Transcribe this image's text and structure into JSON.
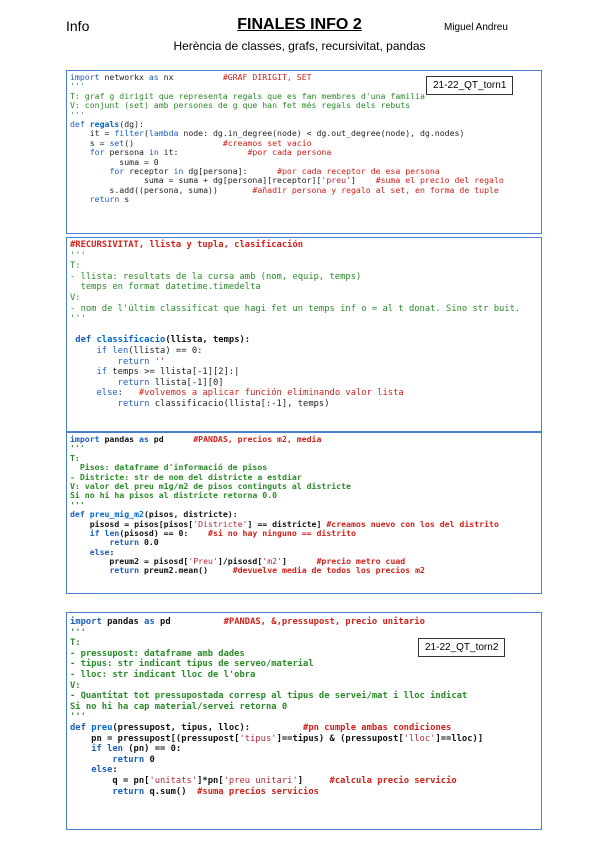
{
  "header": {
    "left": "Info",
    "title": "FINALES INFO 2",
    "author": "Miguel Andreu",
    "subtitle": "Herència de classes, grafs, recursivitat, pandas"
  },
  "tags": {
    "torn1": "21-22_QT_torn1",
    "torn2": "21-22_QT_torn2"
  },
  "block1": [
    [
      [
        "kw2",
        "import"
      ],
      [
        "nm",
        " networkx "
      ],
      [
        "kw2",
        "as"
      ],
      [
        "nm",
        " nx          "
      ],
      [
        "cm",
        "#GRAF DIRIGIT, SET"
      ]
    ],
    [
      [
        "doc",
        "'''"
      ]
    ],
    [
      [
        "doc",
        "T: graf g dirigit que representa regals que es fan membres d'una familia"
      ]
    ],
    [
      [
        "doc",
        "V: conjunt (set) amb persones de g que han fet més regals dels rebuts"
      ]
    ],
    [
      [
        "doc",
        "'''"
      ]
    ],
    [
      [
        "kw2",
        "def"
      ],
      [
        "nm",
        " "
      ],
      [
        "fn",
        "regals"
      ],
      [
        "nm",
        "(dg):"
      ]
    ],
    [
      [
        "nm",
        "    it = "
      ],
      [
        "kw2",
        "filter"
      ],
      [
        "nm",
        "("
      ],
      [
        "kw2",
        "lambda"
      ],
      [
        "nm",
        " node: dg.in_degree(node) < dg.out_degree(node), dg.nodes)"
      ]
    ],
    [
      [
        "nm",
        "    s = "
      ],
      [
        "kw2",
        "set"
      ],
      [
        "nm",
        "()                  "
      ],
      [
        "cm",
        "#creamos set vacío"
      ]
    ],
    [
      [
        "nm",
        "    "
      ],
      [
        "kw2",
        "for"
      ],
      [
        "nm",
        " persona "
      ],
      [
        "kw2",
        "in"
      ],
      [
        "nm",
        " it:              "
      ],
      [
        "cm",
        "#por cada persona"
      ]
    ],
    [
      [
        "nm",
        "          suma = 0"
      ]
    ],
    [
      [
        "nm",
        "        "
      ],
      [
        "kw2",
        "for"
      ],
      [
        "nm",
        " receptor "
      ],
      [
        "kw2",
        "in"
      ],
      [
        "nm",
        " dg[persona]:      "
      ],
      [
        "cm",
        "#por cada receptor de esa persona"
      ]
    ],
    [
      [
        "nm",
        "               suma = suma + dg[persona][receptor]["
      ],
      [
        "str",
        "'preu'"
      ],
      [
        "nm",
        "]    "
      ],
      [
        "cm",
        "#suma el precio del regalo"
      ]
    ],
    [
      [
        "nm",
        "        s.add((persona, suma))       "
      ],
      [
        "cm",
        "#añadir persona y regalo al set, en forma de tuple"
      ]
    ],
    [
      [
        "nm",
        "    "
      ],
      [
        "kw2",
        "return"
      ],
      [
        "nm",
        " s"
      ]
    ]
  ],
  "block2": [
    [
      [
        "cmb",
        "#RECURSIVITAT, llista y tupla, clasificación"
      ]
    ],
    [
      [
        "doc",
        "'''"
      ]
    ],
    [
      [
        "doc",
        "T:"
      ]
    ],
    [
      [
        "doc",
        "- llista: resultats de la cursa amb (nom, equip, temps)"
      ]
    ],
    [
      [
        "doc",
        "  temps en format datetime.timedelta"
      ]
    ],
    [
      [
        "doc",
        "V:"
      ]
    ],
    [
      [
        "doc",
        "- nom de l'últim classificat que hagi fet un temps inf o = al t donat. Sino str buit."
      ]
    ],
    [
      [
        "doc",
        "'''"
      ]
    ],
    [
      [
        "nm",
        " "
      ]
    ],
    [
      [
        "kw",
        " def"
      ],
      [
        "nm",
        " "
      ],
      [
        "fn",
        "classificacio"
      ],
      [
        "nmb",
        "(llista, temps):"
      ]
    ],
    [
      [
        "nm",
        "     "
      ],
      [
        "kw2",
        "if"
      ],
      [
        "nm",
        " "
      ],
      [
        "kw2",
        "len"
      ],
      [
        "nm",
        "(llista) == 0:"
      ]
    ],
    [
      [
        "nm",
        "         "
      ],
      [
        "kw2",
        "return"
      ],
      [
        "nm",
        " "
      ],
      [
        "str",
        "''"
      ]
    ],
    [
      [
        "nm",
        "     "
      ],
      [
        "kw2",
        "if"
      ],
      [
        "nm",
        " temps >= llista[-1][2]:|"
      ]
    ],
    [
      [
        "nm",
        "         "
      ],
      [
        "kw2",
        "return"
      ],
      [
        "nm",
        " llista[-1][0]"
      ]
    ],
    [
      [
        "nm",
        "     "
      ],
      [
        "kw2",
        "else"
      ],
      [
        "nm",
        ":   "
      ],
      [
        "cm",
        "#volvemos a aplicar función eliminando valor lista"
      ]
    ],
    [
      [
        "nm",
        "         "
      ],
      [
        "kw2",
        "return"
      ],
      [
        "nm",
        " classificacio(llista[:-1], temps)"
      ]
    ]
  ],
  "block3": [
    [
      [
        "kw",
        "import"
      ],
      [
        "nmb",
        " pandas "
      ],
      [
        "kw",
        "as"
      ],
      [
        "nmb",
        " pd      "
      ],
      [
        "cmb",
        "#PANDAS, precios m2, media"
      ]
    ],
    [
      [
        "docb",
        "'''"
      ]
    ],
    [
      [
        "docb",
        "T:"
      ]
    ],
    [
      [
        "docb",
        "  Pisos: dataframe d'informació de pisos"
      ]
    ],
    [
      [
        "docb",
        "- Districte: str de nom del districte a estdiar"
      ]
    ],
    [
      [
        "docb",
        "V: valor del preu m1g/m2 de pisos continguts al districte"
      ]
    ],
    [
      [
        "docb",
        "Si no hi ha pisos al districte retorna 0.0"
      ]
    ],
    [
      [
        "docb",
        "'''"
      ]
    ],
    [
      [
        "kw",
        "def"
      ],
      [
        "nmb",
        " "
      ],
      [
        "fn",
        "preu_mig_m2"
      ],
      [
        "nmb",
        "(pisos, districte):"
      ]
    ],
    [
      [
        "nmb",
        "    pisosd = pisos[pisos["
      ],
      [
        "str",
        "'Districte'"
      ],
      [
        "nmb",
        "] == districte] "
      ],
      [
        "cmb",
        "#creamos nuevo con los del distrito"
      ]
    ],
    [
      [
        "nmb",
        "    "
      ],
      [
        "kw",
        "if"
      ],
      [
        "nmb",
        " "
      ],
      [
        "kw",
        "len"
      ],
      [
        "nmb",
        "(pisosd) == 0:    "
      ],
      [
        "cmb",
        "#si no hay ninguno == distrito"
      ]
    ],
    [
      [
        "nmb",
        "        "
      ],
      [
        "kw",
        "return"
      ],
      [
        "nmb",
        " 0.0"
      ]
    ],
    [
      [
        "nmb",
        "    "
      ],
      [
        "kw",
        "else"
      ],
      [
        "nmb",
        ":"
      ]
    ],
    [
      [
        "nmb",
        "        preum2 = pisosd["
      ],
      [
        "str",
        "'Preu'"
      ],
      [
        "nmb",
        "]/pisosd["
      ],
      [
        "str",
        "'m2'"
      ],
      [
        "nmb",
        "]      "
      ],
      [
        "cmb",
        "#precio metro cuad"
      ]
    ],
    [
      [
        "nmb",
        "        "
      ],
      [
        "kw",
        "return"
      ],
      [
        "nmb",
        " preum2.mean()     "
      ],
      [
        "cmb",
        "#devuelve media de todos los precios m2"
      ]
    ]
  ],
  "block4": [
    [
      [
        "kw",
        "import"
      ],
      [
        "nmb",
        " pandas "
      ],
      [
        "kw",
        "as"
      ],
      [
        "nmb",
        " pd          "
      ],
      [
        "cmb",
        "#PANDAS, &,pressupost, precio unitario"
      ]
    ],
    [
      [
        "docb",
        "'''"
      ]
    ],
    [
      [
        "docb",
        "T:"
      ]
    ],
    [
      [
        "docb",
        "- pressupost: dataframe amb dades"
      ]
    ],
    [
      [
        "docb",
        "- tipus: str indicant tipus de serveo/material"
      ]
    ],
    [
      [
        "docb",
        "- lloc: str indicant lloc de l'obra"
      ]
    ],
    [
      [
        "docb",
        "V:"
      ]
    ],
    [
      [
        "docb",
        "- Quantitat tot pressupostada corresp al tipus de servei/mat i lloc indicat"
      ]
    ],
    [
      [
        "docb",
        "Si no hi ha cap material/servei retorna 0"
      ]
    ],
    [
      [
        "docb",
        "'''"
      ]
    ],
    [
      [
        "kw",
        "def"
      ],
      [
        "nmb",
        " "
      ],
      [
        "fn",
        "preu"
      ],
      [
        "nmb",
        "(pressupost, tipus, lloc):          "
      ],
      [
        "cmb",
        "#pn cumple ambas condiciones"
      ]
    ],
    [
      [
        "nmb",
        "    pn = pressupost[(pressupost["
      ],
      [
        "str",
        "'tipus'"
      ],
      [
        "nmb",
        "]==tipus) & (pressupost["
      ],
      [
        "str",
        "'lloc'"
      ],
      [
        "nmb",
        "]==lloc)]"
      ]
    ],
    [
      [
        "nmb",
        "    "
      ],
      [
        "kw",
        "if"
      ],
      [
        "nmb",
        " "
      ],
      [
        "kw",
        "len"
      ],
      [
        "nmb",
        " (pn) == 0:"
      ]
    ],
    [
      [
        "nmb",
        "        "
      ],
      [
        "kw",
        "return"
      ],
      [
        "nmb",
        " 0"
      ]
    ],
    [
      [
        "nmb",
        "    "
      ],
      [
        "kw",
        "else"
      ],
      [
        "nmb",
        ":"
      ]
    ],
    [
      [
        "nmb",
        "        q = pn["
      ],
      [
        "str",
        "'unitats'"
      ],
      [
        "nmb",
        "]*pn["
      ],
      [
        "str",
        "'preu unitari'"
      ],
      [
        "nmb",
        "]     "
      ],
      [
        "cmb",
        "#calcula precio servicio"
      ]
    ],
    [
      [
        "nmb",
        "        "
      ],
      [
        "kw",
        "return"
      ],
      [
        "nmb",
        " q.sum()  "
      ],
      [
        "cmb",
        "#suma precios servicios"
      ]
    ]
  ]
}
